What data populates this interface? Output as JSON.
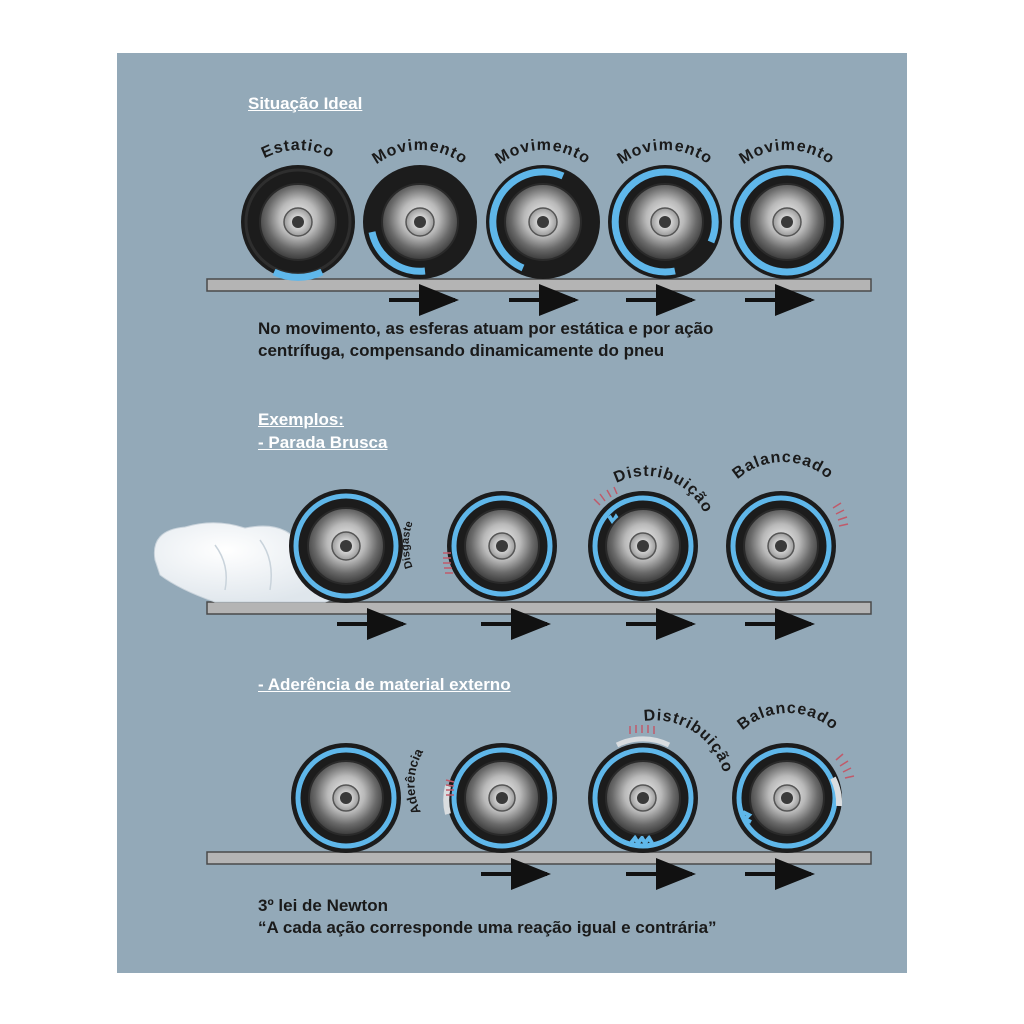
{
  "sections": {
    "ideal": {
      "heading": "Situação Ideal",
      "labels": [
        "Estatico",
        "Movimento",
        "Movimento",
        "Movimento",
        "Movimento"
      ],
      "caption_lines": [
        "No movimento, as esferas atuam por estática e por ação",
        "centrífuga, compensando dinamicamente  do pneu"
      ]
    },
    "examples": {
      "heading": "Exemplos:",
      "subheading": "- Parada Brusca",
      "labels": [
        "Disgaste",
        "Distribuição",
        "Balanceado"
      ]
    },
    "adherence": {
      "heading": "- Aderência de material externo",
      "labels": [
        "Aderência",
        "Distribuição",
        "Balanceado"
      ],
      "caption_lines": [
        "3º lei de Newton",
        "“A cada ação corresponde uma reação igual e contrária”"
      ]
    }
  },
  "colors": {
    "background": "#93a9b8",
    "road": "#b4b4b4",
    "tire": "#1c1c1c",
    "balance_fluid": "#5fb7ea",
    "arrow": "#111111",
    "heading_text": "#ffffff",
    "caption_text": "#1a1a1a",
    "tick_marks": "#c05a6a"
  }
}
